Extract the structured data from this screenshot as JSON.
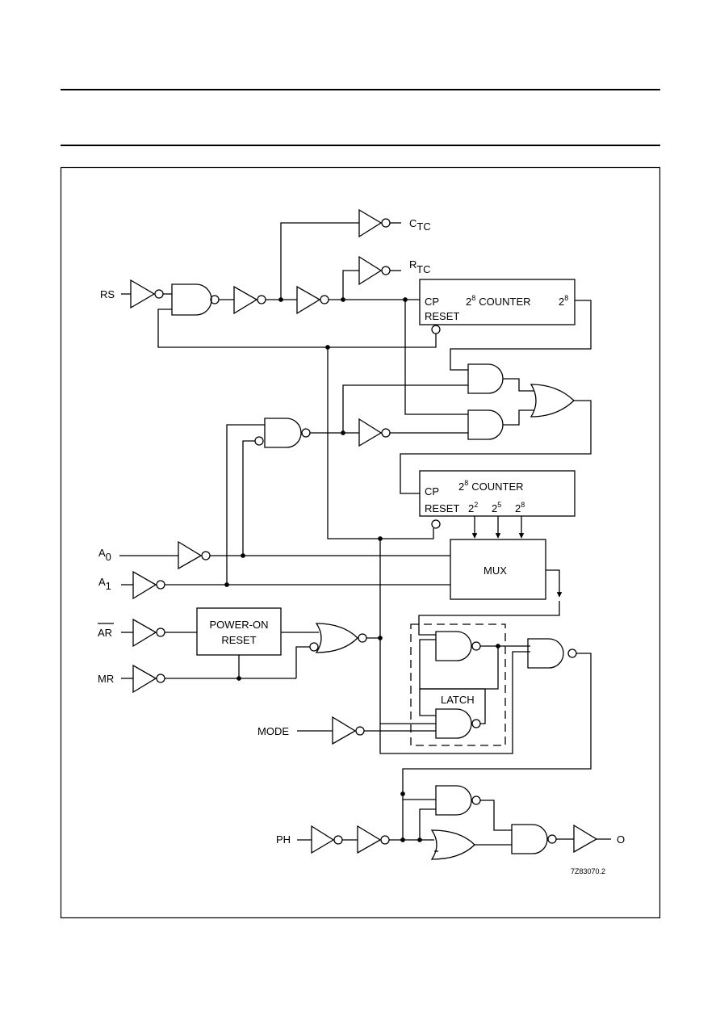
{
  "signals": {
    "rs": "RS",
    "a0": "A",
    "a0_sub": "0",
    "a1": "A",
    "a1_sub": "1",
    "ar": "AR",
    "mr": "MR",
    "mode": "MODE",
    "ph": "PH",
    "ctc": "C",
    "ctc_sub": "TC",
    "rtc": "R",
    "rtc_sub": "TC",
    "out": "O"
  },
  "counter1": {
    "cp": "CP",
    "reset": "RESET",
    "base": "2",
    "exp": "8",
    "title": "COUNTER",
    "out_base": "2",
    "out_exp": "8"
  },
  "counter2": {
    "cp": "CP",
    "reset": "RESET",
    "base": "2",
    "exp": "8",
    "title": "COUNTER",
    "taps": [
      {
        "base": "2",
        "exp": "2"
      },
      {
        "base": "2",
        "exp": "5"
      },
      {
        "base": "2",
        "exp": "8"
      }
    ]
  },
  "mux": "MUX",
  "power_on": {
    "line1": "POWER-ON",
    "line2": "RESET"
  },
  "latch": "LATCH",
  "figure_code": "7Z83070.2"
}
